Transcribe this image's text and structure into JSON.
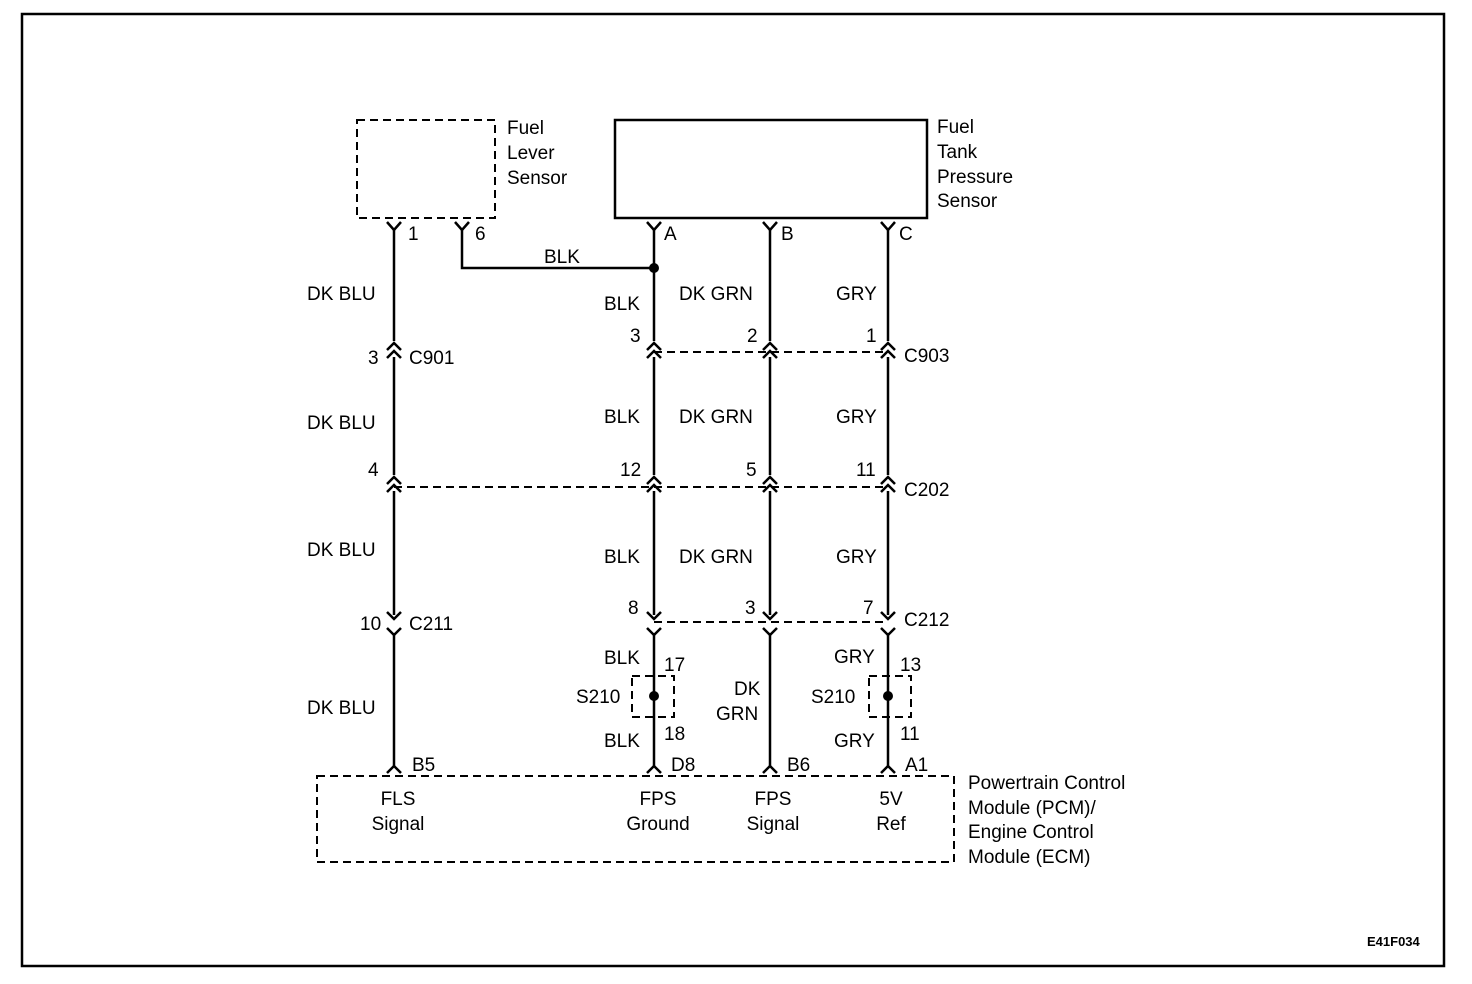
{
  "figure_id": "E41F034",
  "components": {
    "fuel_level_sensor": [
      "Fuel",
      "Lever",
      "Sensor"
    ],
    "fuel_tank_pressure_sensor": [
      "Fuel",
      "Tank",
      "Pressure",
      "Sensor"
    ],
    "pcm": [
      "Powertrain Control",
      "Module (PCM)/",
      "Engine  Control",
      "Module (ECM)"
    ]
  },
  "sensor_pins": {
    "fls_1": "1",
    "fls_6": "6",
    "ftp_a": "A",
    "ftp_b": "B",
    "ftp_c": "C"
  },
  "wire_colors": {
    "dk_blu": "DK BLU",
    "blk": "BLK",
    "dk_grn": "DK GRN",
    "dk": "DK",
    "grn": "GRN",
    "gry": "GRY"
  },
  "connectors": {
    "c901": {
      "name": "C901",
      "pin_fls": "3"
    },
    "c903": {
      "name": "C903",
      "pin_blk": "3",
      "pin_grn": "2",
      "pin_gry": "1"
    },
    "c202": {
      "name": "C202",
      "pin_fls": "4",
      "pin_blk": "12",
      "pin_grn": "5",
      "pin_gry": "11"
    },
    "c211": {
      "name": "C211",
      "pin_fls": "10"
    },
    "c212": {
      "name": "C212",
      "pin_blk": "8",
      "pin_grn": "3",
      "pin_gry": "7"
    }
  },
  "splices": {
    "left": {
      "name": "S210",
      "pin_top": "17",
      "pin_bottom": "18"
    },
    "right": {
      "name": "S210",
      "pin_top": "13",
      "pin_bottom": "11"
    }
  },
  "pcm_pins": {
    "b5": {
      "pin": "B5",
      "label": [
        "FLS",
        "Signal"
      ]
    },
    "d8": {
      "pin": "D8",
      "label": [
        "FPS",
        "Ground"
      ]
    },
    "b6": {
      "pin": "B6",
      "label": [
        "FPS",
        "Signal"
      ]
    },
    "a1": {
      "pin": "A1",
      "label": [
        "5V",
        "Ref"
      ]
    }
  }
}
